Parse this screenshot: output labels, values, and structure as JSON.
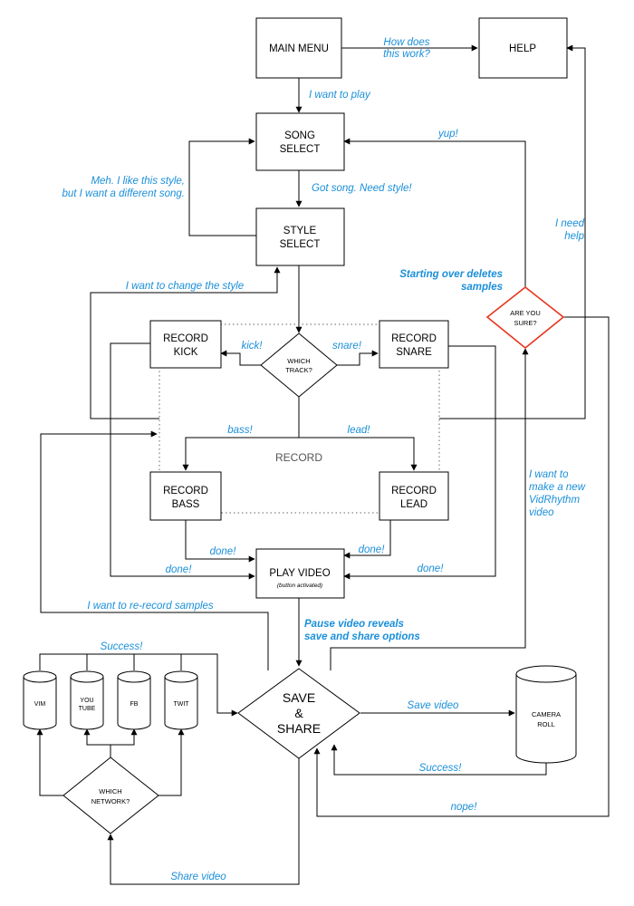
{
  "nodes": {
    "main_menu": "MAIN MENU",
    "help": "HELP",
    "song_select": [
      "SONG",
      "SELECT"
    ],
    "style_select": [
      "STYLE",
      "SELECT"
    ],
    "record_kick": [
      "RECORD",
      "KICK"
    ],
    "record_snare": [
      "RECORD",
      "SNARE"
    ],
    "which_track": [
      "WHICH",
      "TRACK?"
    ],
    "record_bass": [
      "RECORD",
      "BASS"
    ],
    "record_lead": [
      "RECORD",
      "LEAD"
    ],
    "record_group": "RECORD",
    "play_video": "PLAY VIDEO",
    "play_video_sub": "(button activated)",
    "are_you_sure": [
      "ARE YOU",
      "SURE?"
    ],
    "save_share": [
      "SAVE",
      "&",
      "SHARE"
    ],
    "camera_roll": [
      "CAMERA",
      "ROLL"
    ],
    "which_network": [
      "WHICH",
      "NETWORK?"
    ],
    "vim": "VIM",
    "youtube": [
      "YOU",
      "TUBE"
    ],
    "fb": "FB",
    "twit": "TWIT"
  },
  "edge_labels": {
    "how_does": [
      "How does",
      "this work?"
    ],
    "want_to_play": "I want to play",
    "yup": "yup!",
    "meh": [
      "Meh. I like this style,",
      "but I want a different song."
    ],
    "got_song": "Got song. Need style!",
    "need_help": [
      "I need",
      "help"
    ],
    "starting_over": [
      "Starting over deletes",
      "samples"
    ],
    "change_style": "I want to change the style",
    "kick": "kick!",
    "snare": "snare!",
    "bass": "bass!",
    "lead": "lead!",
    "new_video": [
      "I want to",
      "make a new",
      "VidRhythm",
      "video"
    ],
    "done_bass": "done!",
    "done_lead": "done!",
    "done_kick": "done!",
    "done_snare": "done!",
    "rerecord": "I want to re-record samples",
    "pause_video": [
      "Pause video reveals",
      "save and share options"
    ],
    "success_top": "Success!",
    "save_video": "Save video",
    "success_bottom": "Success!",
    "nope": "nope!",
    "share_video": "Share video"
  },
  "colors": {
    "label": "#1a8fd9",
    "warning_border": "#e8341c"
  }
}
